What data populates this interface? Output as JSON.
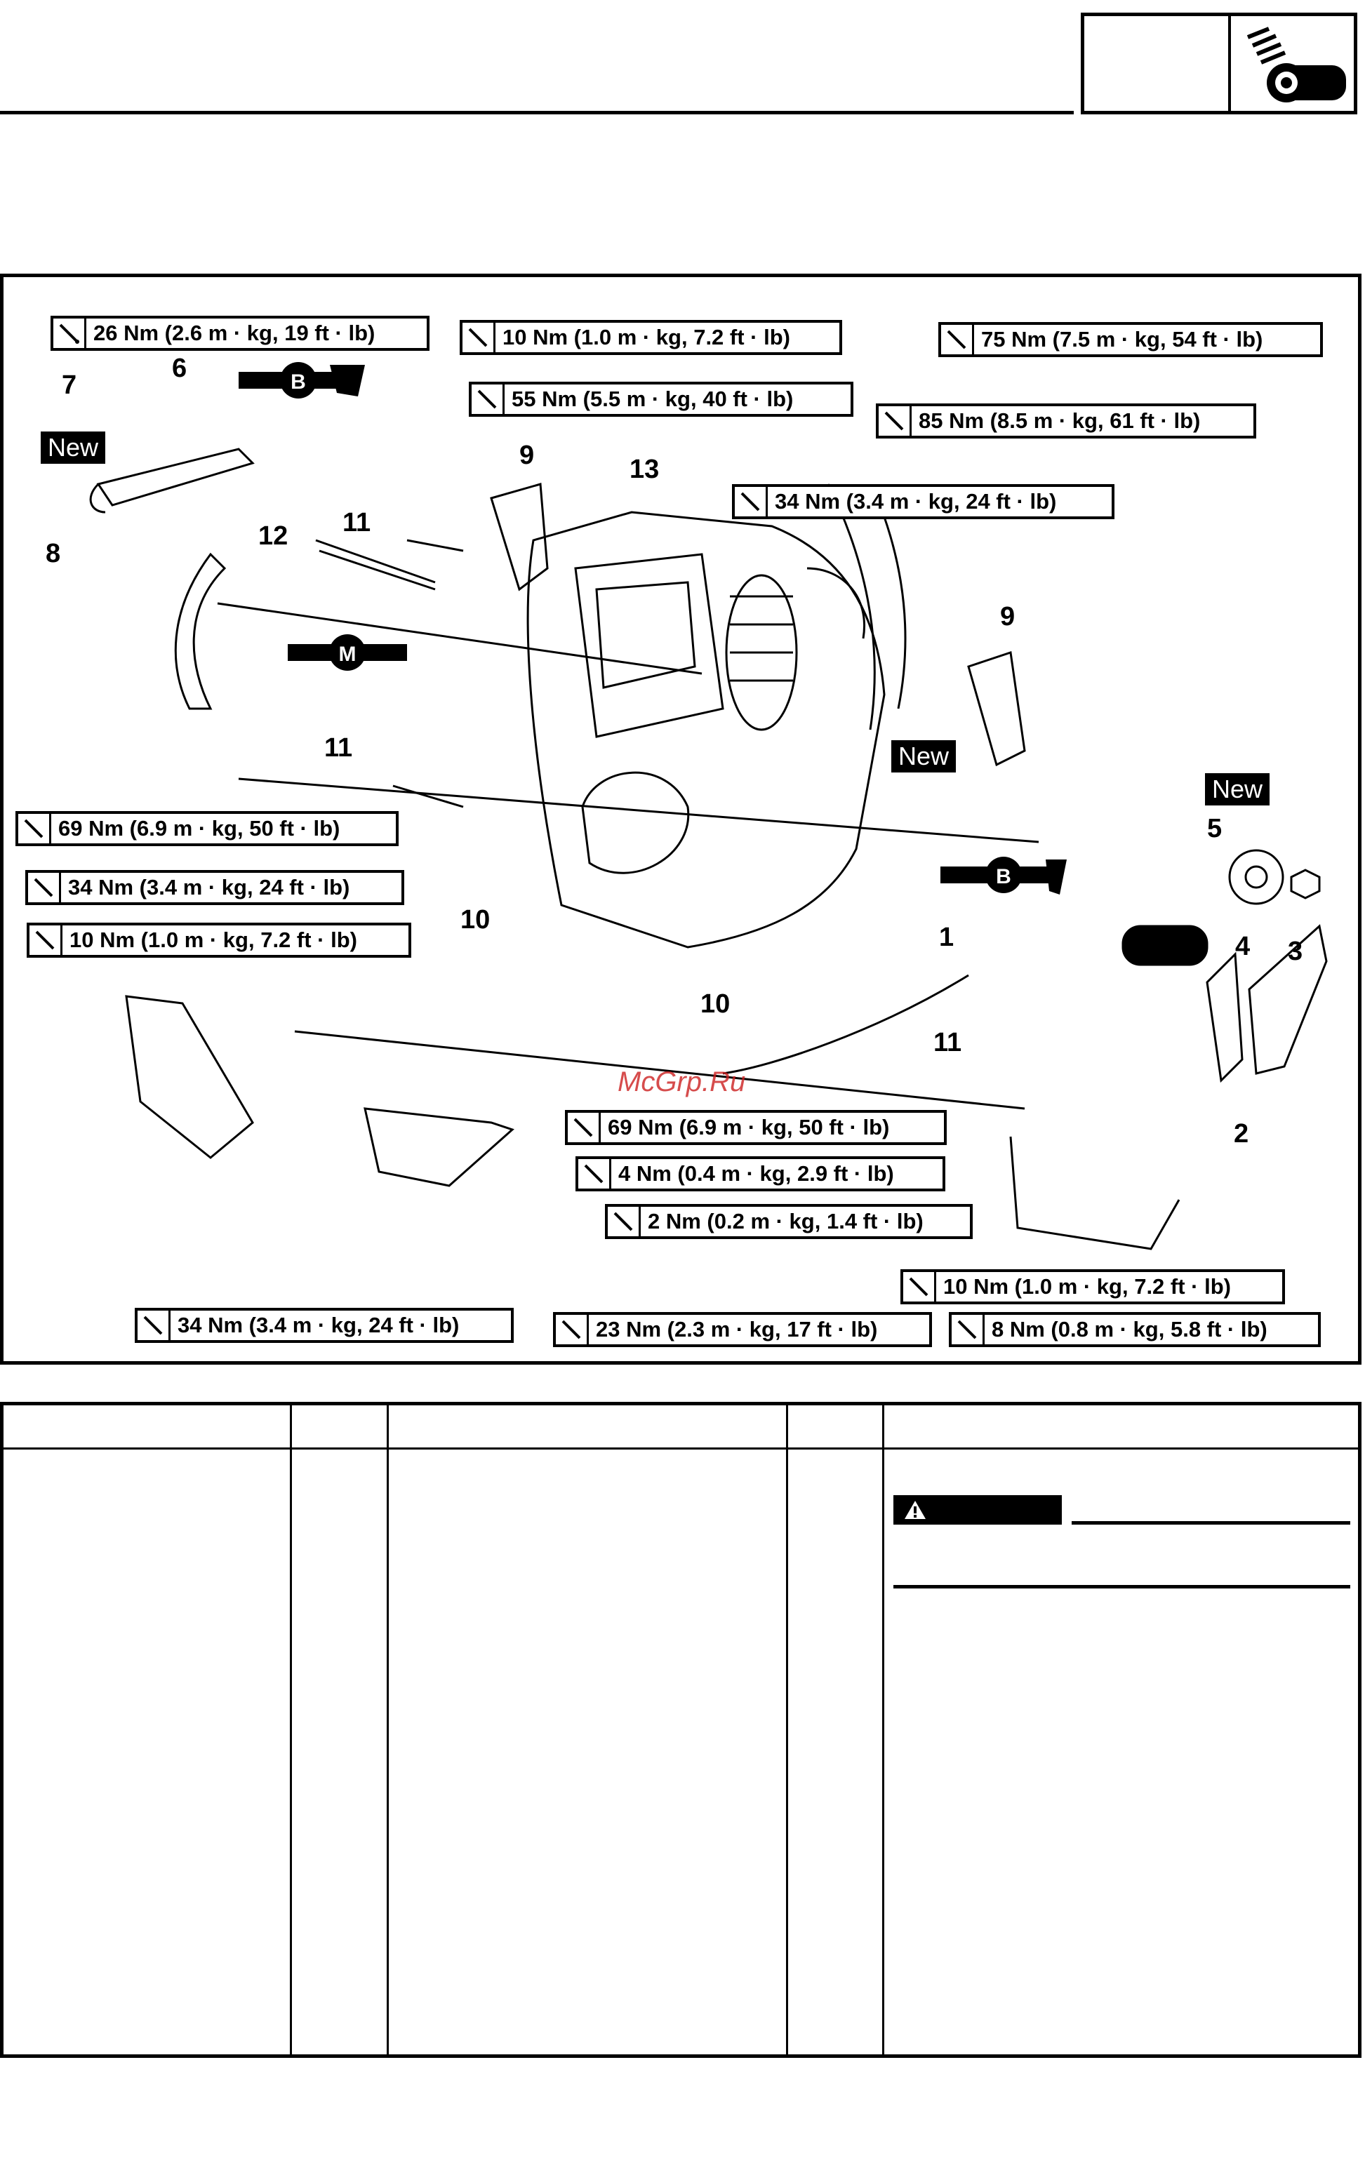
{
  "header": {
    "icon": "engine-bolt-icon"
  },
  "new_label": "New",
  "torques": [
    {
      "id": "t1",
      "label": "26 Nm (2.6 m · kg, 19 ft · lb)"
    },
    {
      "id": "t2",
      "label": "10 Nm (1.0 m · kg, 7.2 ft · lb)"
    },
    {
      "id": "t3",
      "label": "75 Nm (7.5 m · kg, 54 ft · lb)"
    },
    {
      "id": "t4",
      "label": "55 Nm (5.5 m · kg, 40 ft · lb)"
    },
    {
      "id": "t5",
      "label": "85 Nm (8.5 m · kg, 61 ft · lb)"
    },
    {
      "id": "t6",
      "label": "34 Nm (3.4 m · kg, 24 ft · lb)"
    },
    {
      "id": "t7",
      "label": "69 Nm (6.9 m · kg, 50 ft · lb)"
    },
    {
      "id": "t8",
      "label": "34 Nm (3.4 m · kg, 24 ft · lb)"
    },
    {
      "id": "t9",
      "label": "10 Nm (1.0 m · kg, 7.2 ft · lb)"
    },
    {
      "id": "t10",
      "label": "69 Nm (6.9 m · kg, 50 ft · lb)"
    },
    {
      "id": "t11",
      "label": "4 Nm (0.4 m · kg, 2.9 ft · lb)"
    },
    {
      "id": "t12",
      "label": "2 Nm (0.2 m · kg, 1.4 ft · lb)"
    },
    {
      "id": "t13",
      "label": "10 Nm (1.0 m · kg, 7.2 ft · lb)"
    },
    {
      "id": "t14",
      "label": "34 Nm (3.4 m · kg, 24 ft · lb)"
    },
    {
      "id": "t15",
      "label": "23 Nm (2.3 m · kg, 17 ft · lb)"
    },
    {
      "id": "t16",
      "label": "8 Nm (0.8 m · kg, 5.8 ft · lb)"
    }
  ],
  "callouts": [
    "1",
    "2",
    "3",
    "4",
    "5",
    "6",
    "7",
    "8",
    "9",
    "9",
    "10",
    "10",
    "11",
    "11",
    "11",
    "12",
    "13"
  ],
  "lube_letters": {
    "b": "B",
    "m": "M"
  },
  "watermark": "McGrp.Ru"
}
